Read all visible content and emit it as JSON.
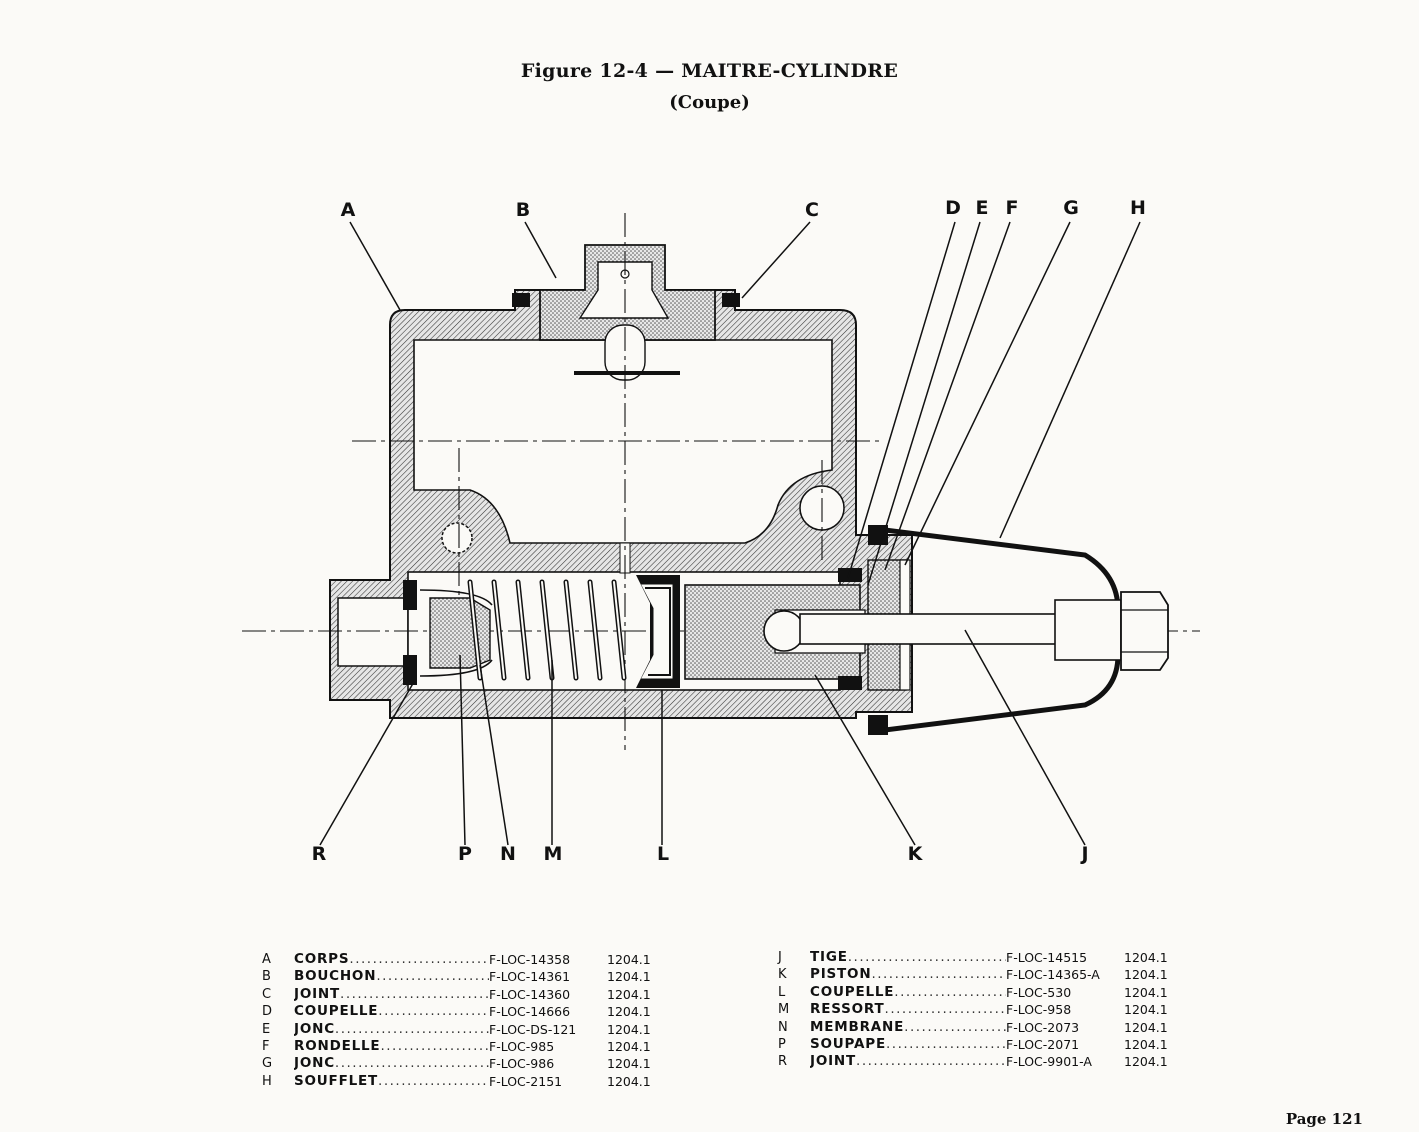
{
  "figure": {
    "title": "Figure 12-4 — MAITRE-CYLINDRE",
    "subtitle": "(Coupe)"
  },
  "callouts": {
    "A": "A",
    "B": "B",
    "C": "C",
    "D": "D",
    "E": "E",
    "F": "F",
    "G": "G",
    "H": "H",
    "R": "R",
    "P": "P",
    "N": "N",
    "M": "M",
    "L": "L",
    "K": "K",
    "J": "J"
  },
  "parts_left": [
    {
      "letter": "A",
      "name": "CORPS",
      "ref": "F-LOC-14358",
      "code": "1204.1"
    },
    {
      "letter": "B",
      "name": "BOUCHON",
      "ref": "F-LOC-14361",
      "code": "1204.1"
    },
    {
      "letter": "C",
      "name": "JOINT",
      "ref": "F-LOC-14360",
      "code": "1204.1"
    },
    {
      "letter": "D",
      "name": "COUPELLE",
      "ref": "F-LOC-14666",
      "code": "1204.1"
    },
    {
      "letter": "E",
      "name": "JONC",
      "ref": "F-LOC-DS-121",
      "code": "1204.1"
    },
    {
      "letter": "F",
      "name": "RONDELLE",
      "ref": "F-LOC-985",
      "code": "1204.1"
    },
    {
      "letter": "G",
      "name": "JONC",
      "ref": "F-LOC-986",
      "code": "1204.1"
    },
    {
      "letter": "H",
      "name": "SOUFFLET",
      "ref": "F-LOC-2151",
      "code": "1204.1"
    }
  ],
  "parts_right": [
    {
      "letter": "J",
      "name": "TIGE",
      "ref": "F-LOC-14515",
      "code": "1204.1"
    },
    {
      "letter": "K",
      "name": "PISTON",
      "ref": "F-LOC-14365-A",
      "code": "1204.1"
    },
    {
      "letter": "L",
      "name": "COUPELLE",
      "ref": "F-LOC-530",
      "code": "1204.1"
    },
    {
      "letter": "M",
      "name": "RESSORT",
      "ref": "F-LOC-958",
      "code": "1204.1"
    },
    {
      "letter": "N",
      "name": "MEMBRANE",
      "ref": "F-LOC-2073",
      "code": "1204.1"
    },
    {
      "letter": "P",
      "name": "SOUPAPE",
      "ref": "F-LOC-2071",
      "code": "1204.1"
    },
    {
      "letter": "R",
      "name": "JOINT",
      "ref": "F-LOC-9901-A",
      "code": "1204.1"
    }
  ],
  "page": {
    "number": "Page 121"
  }
}
